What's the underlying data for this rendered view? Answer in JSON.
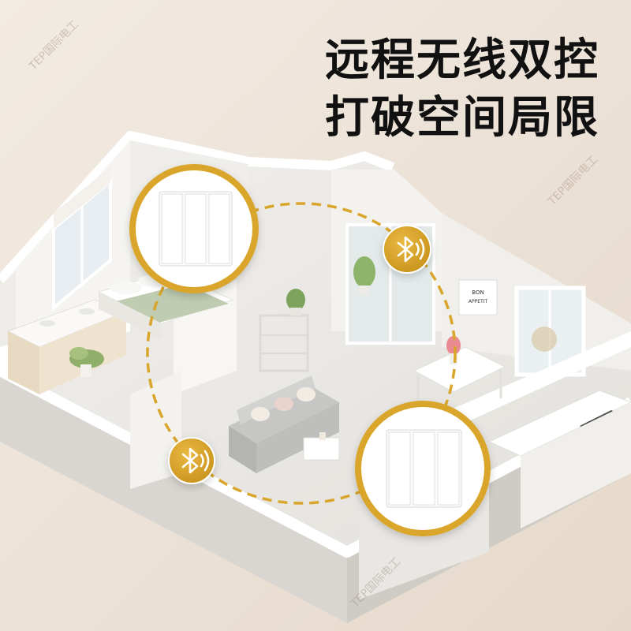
{
  "headline": {
    "line1": "远程无线双控",
    "line2": "打破空间局限"
  },
  "watermark": "TEP国际电工",
  "wall_sign": {
    "line1": "BON",
    "line2": "APPETIT"
  },
  "icons": {
    "bluetooth_badge": "bluetooth-icon",
    "switch": "three-gang-switch"
  },
  "colors": {
    "background": "#eee3d8",
    "accent_gold": "#d9a52a",
    "wall_white": "#f7f6f3",
    "floor": "#ebe9e4",
    "headline_text": "#111111"
  }
}
